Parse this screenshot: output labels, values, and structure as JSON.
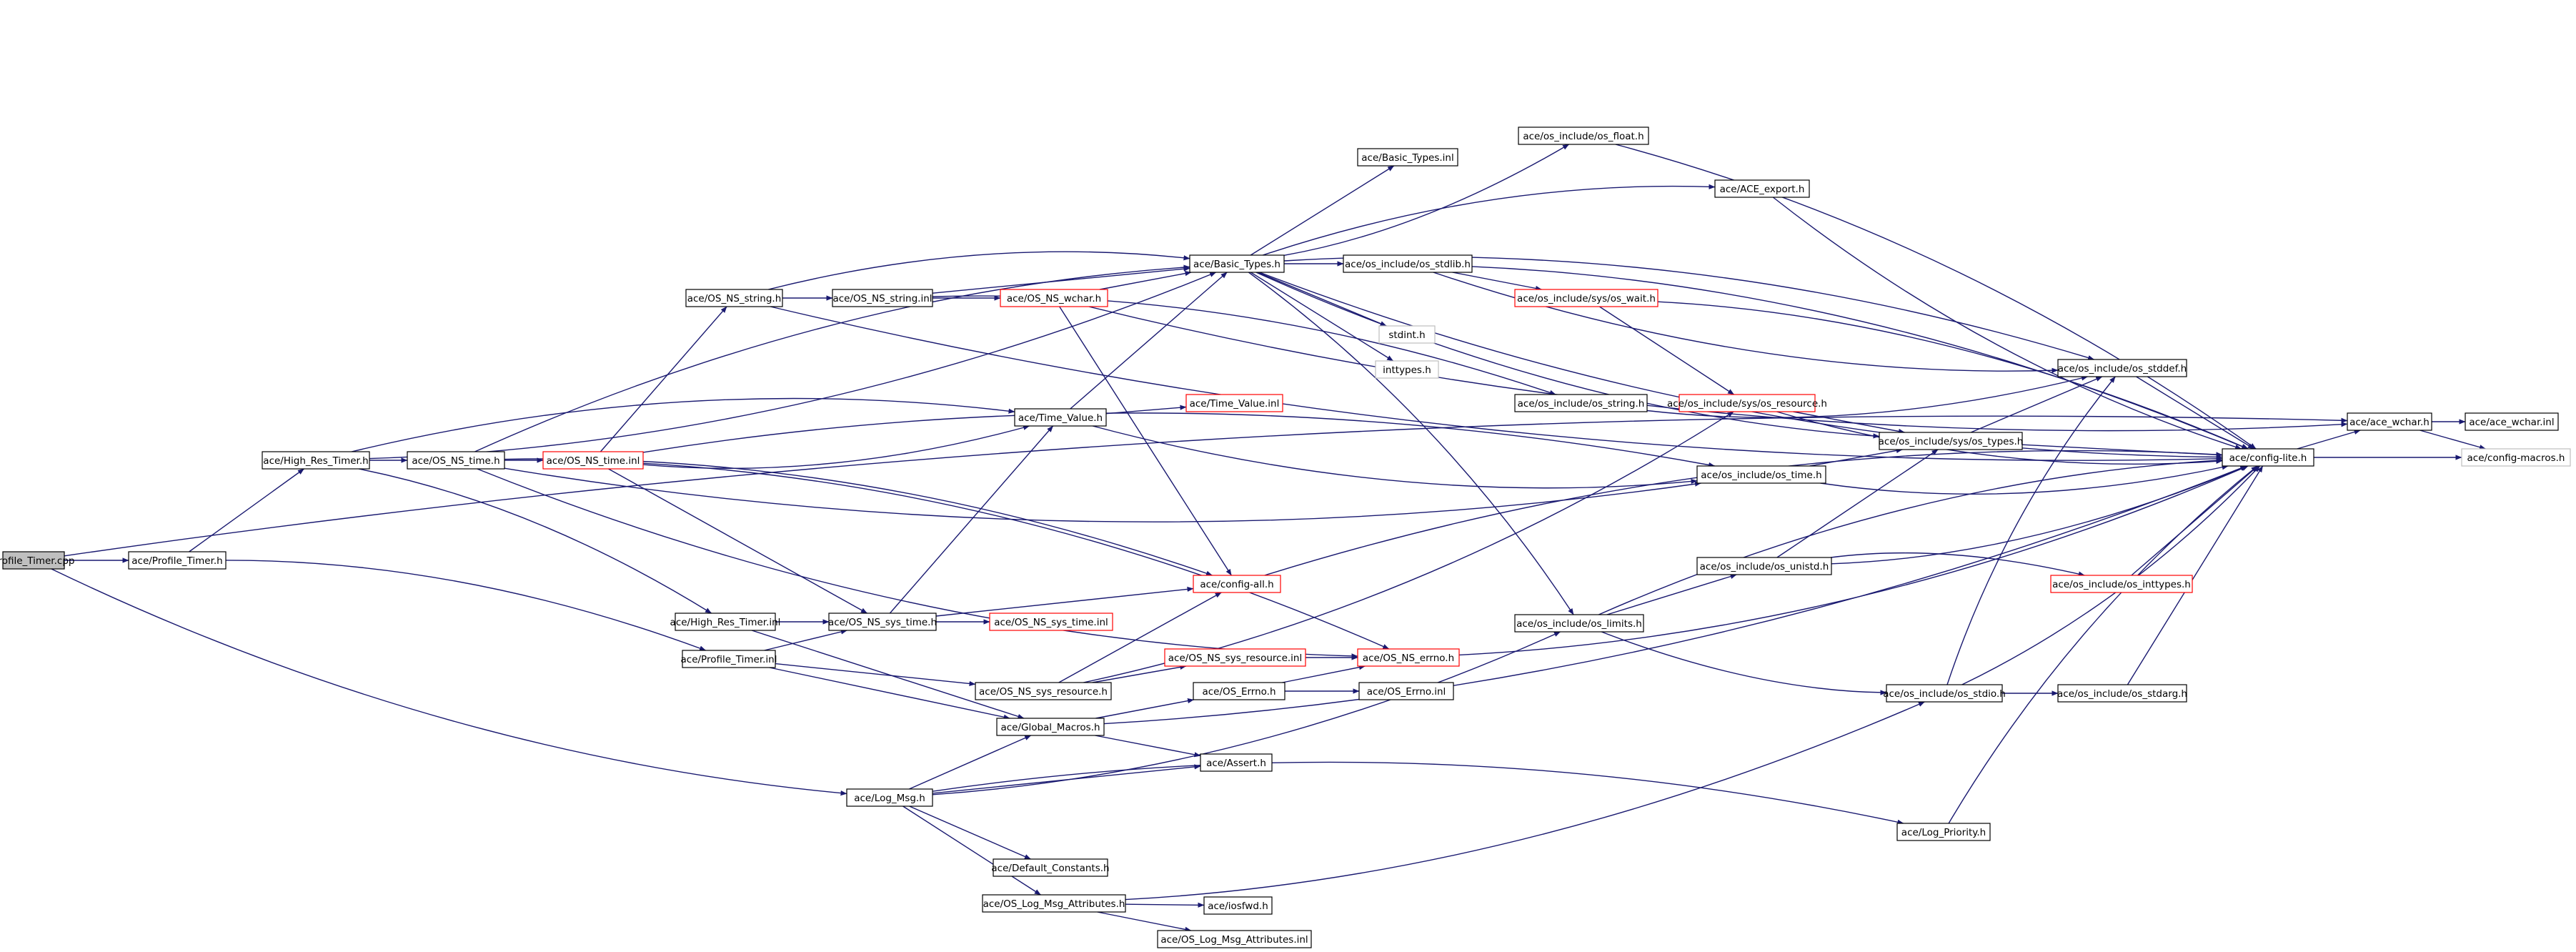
{
  "graph": {
    "colors": {
      "edge": "#191970",
      "node_border": "#000000",
      "node_border_incomplete": "#ff0000",
      "node_border_external": "#bfbfbf",
      "root_fill": "#bfbfbf",
      "node_fill": "#ffffff"
    },
    "nodes": [
      {
        "id": "n1",
        "label": "Profile_Timer.cpp",
        "kind": "root"
      },
      {
        "id": "n2",
        "label": "ace/Profile_Timer.h",
        "kind": "normal"
      },
      {
        "id": "n3",
        "label": "ace/High_Res_Timer.h",
        "kind": "normal"
      },
      {
        "id": "n4",
        "label": "ace/OS_NS_time.h",
        "kind": "normal"
      },
      {
        "id": "n5",
        "label": "ace/OS_NS_time.inl",
        "kind": "incomplete"
      },
      {
        "id": "n6",
        "label": "ace/OS_NS_string.h",
        "kind": "normal"
      },
      {
        "id": "n7",
        "label": "ace/OS_NS_string.inl",
        "kind": "normal"
      },
      {
        "id": "n8",
        "label": "ace/OS_NS_wchar.h",
        "kind": "incomplete"
      },
      {
        "id": "n9",
        "label": "ace/Basic_Types.h",
        "kind": "normal"
      },
      {
        "id": "n10",
        "label": "ace/Basic_Types.inl",
        "kind": "normal"
      },
      {
        "id": "n11",
        "label": "ace/os_include/os_float.h",
        "kind": "normal"
      },
      {
        "id": "n12",
        "label": "ace/ACE_export.h",
        "kind": "normal"
      },
      {
        "id": "n13",
        "label": "ace/os_include/os_stdlib.h",
        "kind": "normal"
      },
      {
        "id": "n14",
        "label": "ace/os_include/sys/os_wait.h",
        "kind": "incomplete"
      },
      {
        "id": "n15",
        "label": "stdint.h",
        "kind": "external"
      },
      {
        "id": "n16",
        "label": "inttypes.h",
        "kind": "external"
      },
      {
        "id": "n17",
        "label": "ace/os_include/os_string.h",
        "kind": "normal"
      },
      {
        "id": "n18",
        "label": "ace/os_include/os_stddef.h",
        "kind": "normal"
      },
      {
        "id": "n19",
        "label": "ace/Time_Value.h",
        "kind": "normal"
      },
      {
        "id": "n20",
        "label": "ace/Time_Value.inl",
        "kind": "incomplete"
      },
      {
        "id": "n21",
        "label": "ace/os_include/sys/os_resource.h",
        "kind": "incomplete"
      },
      {
        "id": "n22",
        "label": "ace/os_include/sys/os_types.h",
        "kind": "normal"
      },
      {
        "id": "n23",
        "label": "ace/os_include/os_time.h",
        "kind": "normal"
      },
      {
        "id": "n24",
        "label": "ace/config-lite.h",
        "kind": "normal"
      },
      {
        "id": "n25",
        "label": "ace/ace_wchar.h",
        "kind": "normal"
      },
      {
        "id": "n26",
        "label": "ace/ace_wchar.inl",
        "kind": "normal"
      },
      {
        "id": "n27",
        "label": "ace/config-macros.h",
        "kind": "external"
      },
      {
        "id": "n28",
        "label": "ace/config-all.h",
        "kind": "incomplete"
      },
      {
        "id": "n29",
        "label": "ace/os_include/os_unistd.h",
        "kind": "normal"
      },
      {
        "id": "n30",
        "label": "ace/os_include/os_inttypes.h",
        "kind": "incomplete"
      },
      {
        "id": "n31",
        "label": "ace/High_Res_Timer.inl",
        "kind": "normal"
      },
      {
        "id": "n32",
        "label": "ace/OS_NS_sys_time.h",
        "kind": "normal"
      },
      {
        "id": "n33",
        "label": "ace/OS_NS_sys_time.inl",
        "kind": "incomplete"
      },
      {
        "id": "n34",
        "label": "ace/os_include/os_limits.h",
        "kind": "normal"
      },
      {
        "id": "n35",
        "label": "ace/Profile_Timer.inl",
        "kind": "normal"
      },
      {
        "id": "n36",
        "label": "ace/OS_NS_sys_resource.inl",
        "kind": "incomplete"
      },
      {
        "id": "n37",
        "label": "ace/OS_NS_errno.h",
        "kind": "incomplete"
      },
      {
        "id": "n38",
        "label": "ace/OS_NS_sys_resource.h",
        "kind": "normal"
      },
      {
        "id": "n39",
        "label": "ace/OS_Errno.h",
        "kind": "normal"
      },
      {
        "id": "n40",
        "label": "ace/OS_Errno.inl",
        "kind": "normal"
      },
      {
        "id": "n41",
        "label": "ace/os_include/os_stdio.h",
        "kind": "normal"
      },
      {
        "id": "n42",
        "label": "ace/os_include/os_stdarg.h",
        "kind": "normal"
      },
      {
        "id": "n43",
        "label": "ace/Global_Macros.h",
        "kind": "normal"
      },
      {
        "id": "n44",
        "label": "ace/Assert.h",
        "kind": "normal"
      },
      {
        "id": "n45",
        "label": "ace/Log_Msg.h",
        "kind": "normal"
      },
      {
        "id": "n46",
        "label": "ace/Log_Priority.h",
        "kind": "normal"
      },
      {
        "id": "n47",
        "label": "ace/Default_Constants.h",
        "kind": "normal"
      },
      {
        "id": "n48",
        "label": "ace/OS_Log_Msg_Attributes.h",
        "kind": "normal"
      },
      {
        "id": "n49",
        "label": "ace/iosfwd.h",
        "kind": "normal"
      },
      {
        "id": "n50",
        "label": "ace/OS_Log_Msg_Attributes.inl",
        "kind": "normal"
      }
    ],
    "edges": [
      [
        "n1",
        "n2"
      ],
      [
        "n1",
        "n45"
      ],
      [
        "n1",
        "n25"
      ],
      [
        "n2",
        "n3"
      ],
      [
        "n2",
        "n35"
      ],
      [
        "n3",
        "n4"
      ],
      [
        "n3",
        "n19"
      ],
      [
        "n3",
        "n9"
      ],
      [
        "n3",
        "n31"
      ],
      [
        "n4",
        "n5"
      ],
      [
        "n4",
        "n9"
      ],
      [
        "n4",
        "n23"
      ],
      [
        "n4",
        "n28"
      ],
      [
        "n4",
        "n37"
      ],
      [
        "n5",
        "n6"
      ],
      [
        "n5",
        "n19"
      ],
      [
        "n5",
        "n23"
      ],
      [
        "n5",
        "n32"
      ],
      [
        "n5",
        "n37"
      ],
      [
        "n6",
        "n7"
      ],
      [
        "n6",
        "n9"
      ],
      [
        "n6",
        "n24"
      ],
      [
        "n7",
        "n8"
      ],
      [
        "n7",
        "n9"
      ],
      [
        "n7",
        "n17"
      ],
      [
        "n8",
        "n9"
      ],
      [
        "n8",
        "n28"
      ],
      [
        "n8",
        "n25"
      ],
      [
        "n9",
        "n10"
      ],
      [
        "n9",
        "n11"
      ],
      [
        "n9",
        "n12"
      ],
      [
        "n9",
        "n13"
      ],
      [
        "n9",
        "n15"
      ],
      [
        "n9",
        "n16"
      ],
      [
        "n9",
        "n18"
      ],
      [
        "n9",
        "n22"
      ],
      [
        "n9",
        "n34"
      ],
      [
        "n9",
        "n24"
      ],
      [
        "n11",
        "n24"
      ],
      [
        "n12",
        "n24"
      ],
      [
        "n13",
        "n14"
      ],
      [
        "n13",
        "n18"
      ],
      [
        "n13",
        "n24"
      ],
      [
        "n14",
        "n21"
      ],
      [
        "n14",
        "n24"
      ],
      [
        "n17",
        "n18"
      ],
      [
        "n18",
        "n24"
      ],
      [
        "n19",
        "n20"
      ],
      [
        "n19",
        "n9"
      ],
      [
        "n19",
        "n23"
      ],
      [
        "n21",
        "n22"
      ],
      [
        "n21",
        "n24"
      ],
      [
        "n22",
        "n18"
      ],
      [
        "n22",
        "n24"
      ],
      [
        "n23",
        "n22"
      ],
      [
        "n23",
        "n24"
      ],
      [
        "n25",
        "n26"
      ],
      [
        "n25",
        "n27"
      ],
      [
        "n24",
        "n25"
      ],
      [
        "n24",
        "n27"
      ],
      [
        "n28",
        "n24"
      ],
      [
        "n29",
        "n22"
      ],
      [
        "n29",
        "n30"
      ],
      [
        "n29",
        "n24"
      ],
      [
        "n30",
        "n24"
      ],
      [
        "n31",
        "n32"
      ],
      [
        "n31",
        "n43"
      ],
      [
        "n32",
        "n33"
      ],
      [
        "n32",
        "n19"
      ],
      [
        "n32",
        "n28"
      ],
      [
        "n34",
        "n29"
      ],
      [
        "n34",
        "n41"
      ],
      [
        "n34",
        "n24"
      ],
      [
        "n35",
        "n38"
      ],
      [
        "n35",
        "n43"
      ],
      [
        "n35",
        "n32"
      ],
      [
        "n36",
        "n37"
      ],
      [
        "n37",
        "n24"
      ],
      [
        "n38",
        "n36"
      ],
      [
        "n38",
        "n21"
      ],
      [
        "n38",
        "n28"
      ],
      [
        "n39",
        "n40"
      ],
      [
        "n39",
        "n37"
      ],
      [
        "n41",
        "n42"
      ],
      [
        "n41",
        "n18"
      ],
      [
        "n41",
        "n24"
      ],
      [
        "n42",
        "n24"
      ],
      [
        "n43",
        "n39"
      ],
      [
        "n43",
        "n44"
      ],
      [
        "n43",
        "n24"
      ],
      [
        "n45",
        "n43"
      ],
      [
        "n45",
        "n44"
      ],
      [
        "n45",
        "n46"
      ],
      [
        "n45",
        "n47"
      ],
      [
        "n45",
        "n48"
      ],
      [
        "n45",
        "n34"
      ],
      [
        "n46",
        "n24"
      ],
      [
        "n48",
        "n49"
      ],
      [
        "n48",
        "n50"
      ],
      [
        "n48",
        "n41"
      ]
    ]
  }
}
